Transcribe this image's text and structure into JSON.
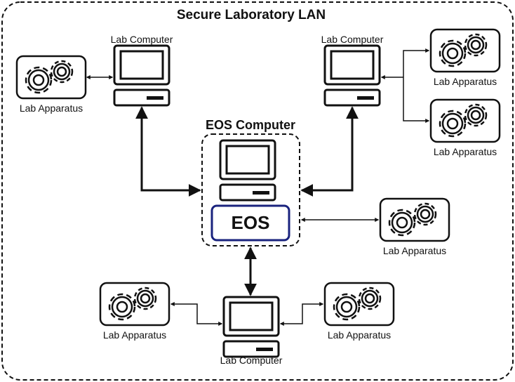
{
  "diagram": {
    "title": "Secure Laboratory LAN",
    "eos_computer_label": "EOS Computer",
    "eos_badge_text": "EOS",
    "lab_computer_label": "Lab Computer",
    "lab_apparatus_label": "Lab Apparatus",
    "colors": {
      "line": "#111111",
      "eos_border": "#1a237e",
      "background": "#ffffff"
    },
    "icons": [
      "computer-icon",
      "gears-icon",
      "arrow-icon"
    ]
  }
}
